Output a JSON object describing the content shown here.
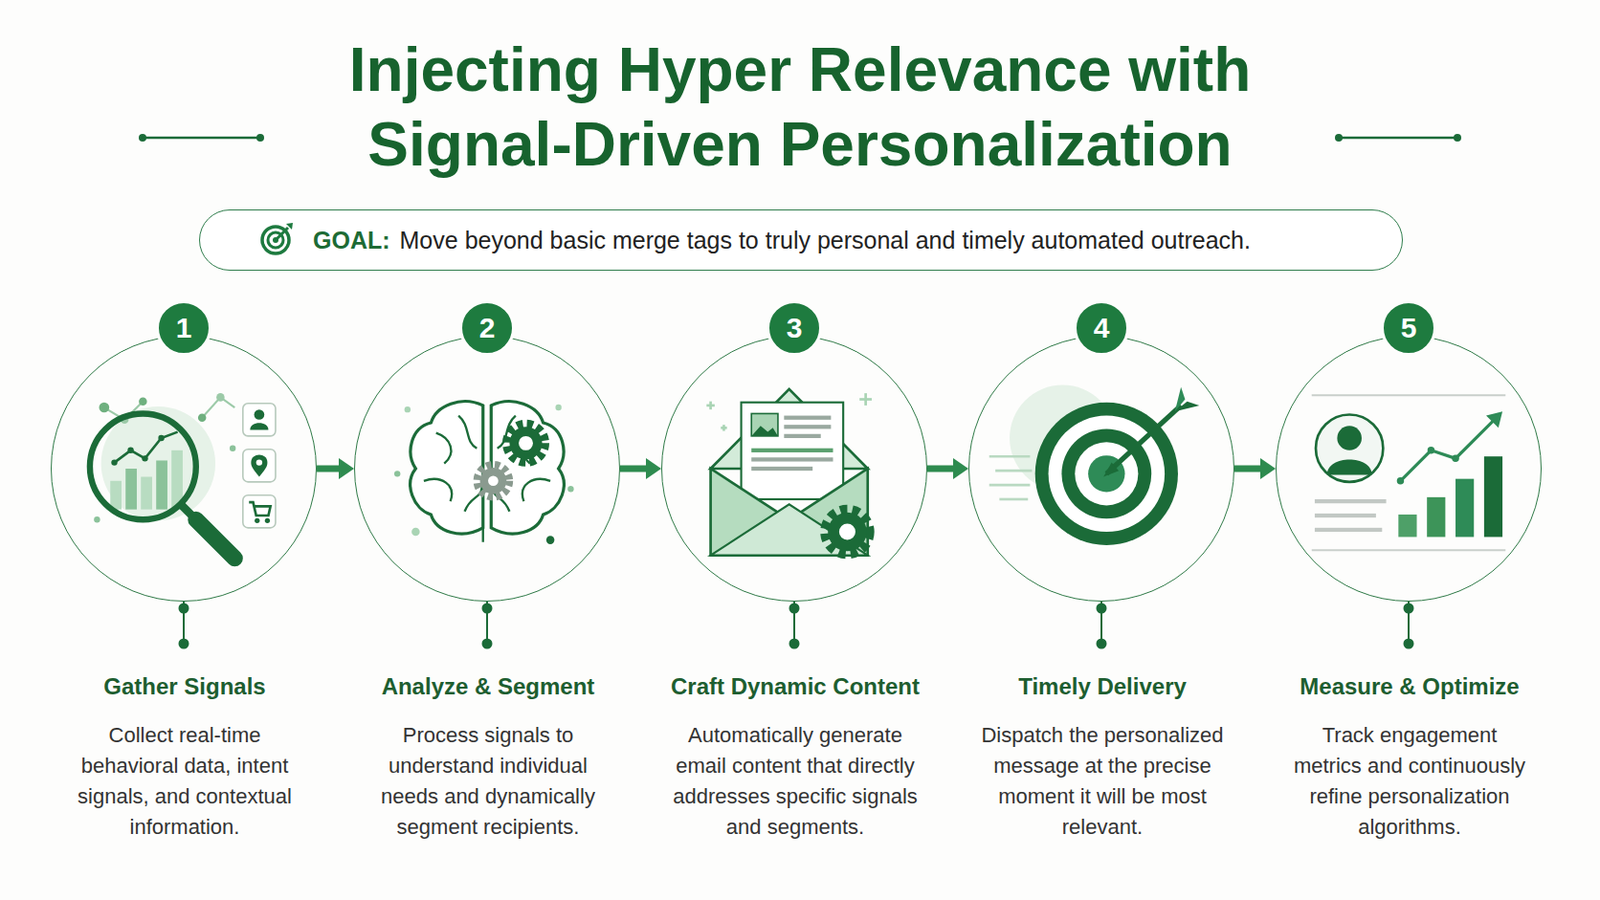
{
  "diagram": {
    "title": "Injecting Hyper Relevance with Signal-Driven Personalization",
    "nodes": [
      {
        "text": [
          "GOAL:",
          "Move beyond basic merge tags to truly personal and timely automated outreach."
        ]
      },
      {
        "text": [
          "1"
        ]
      },
      {
        "text": [
          "Gather Signals",
          "Collect real-time behavioral data, intent signals, and contextual information."
        ]
      },
      {
        "text": [
          "2"
        ]
      },
      {
        "text": [
          "Analyze & Segment",
          "Process signals to understand individual needs and dynamically segment recipients."
        ]
      },
      {
        "text": [
          "3"
        ]
      },
      {
        "text": [
          "Craft Dynamic Content",
          "Automatically generate email content that directly addresses specific signals and segments."
        ]
      },
      {
        "text": [
          "4"
        ]
      },
      {
        "text": [
          "Timely Delivery",
          "Dispatch the personalized message at the precise moment it will be most relevant."
        ]
      },
      {
        "text": [
          "5"
        ]
      },
      {
        "text": [
          "Measure & Optimize",
          "Track engagement metrics and continuously refine personalization algorithms."
        ]
      }
    ],
    "edges": [
      {
        "from": 2,
        "to": 4,
        "arrow": "to"
      },
      {
        "from": 4,
        "to": 6,
        "arrow": "to"
      },
      {
        "from": 6,
        "to": 8,
        "arrow": "to"
      },
      {
        "from": 8,
        "to": 10,
        "arrow": "to"
      }
    ]
  }
}
